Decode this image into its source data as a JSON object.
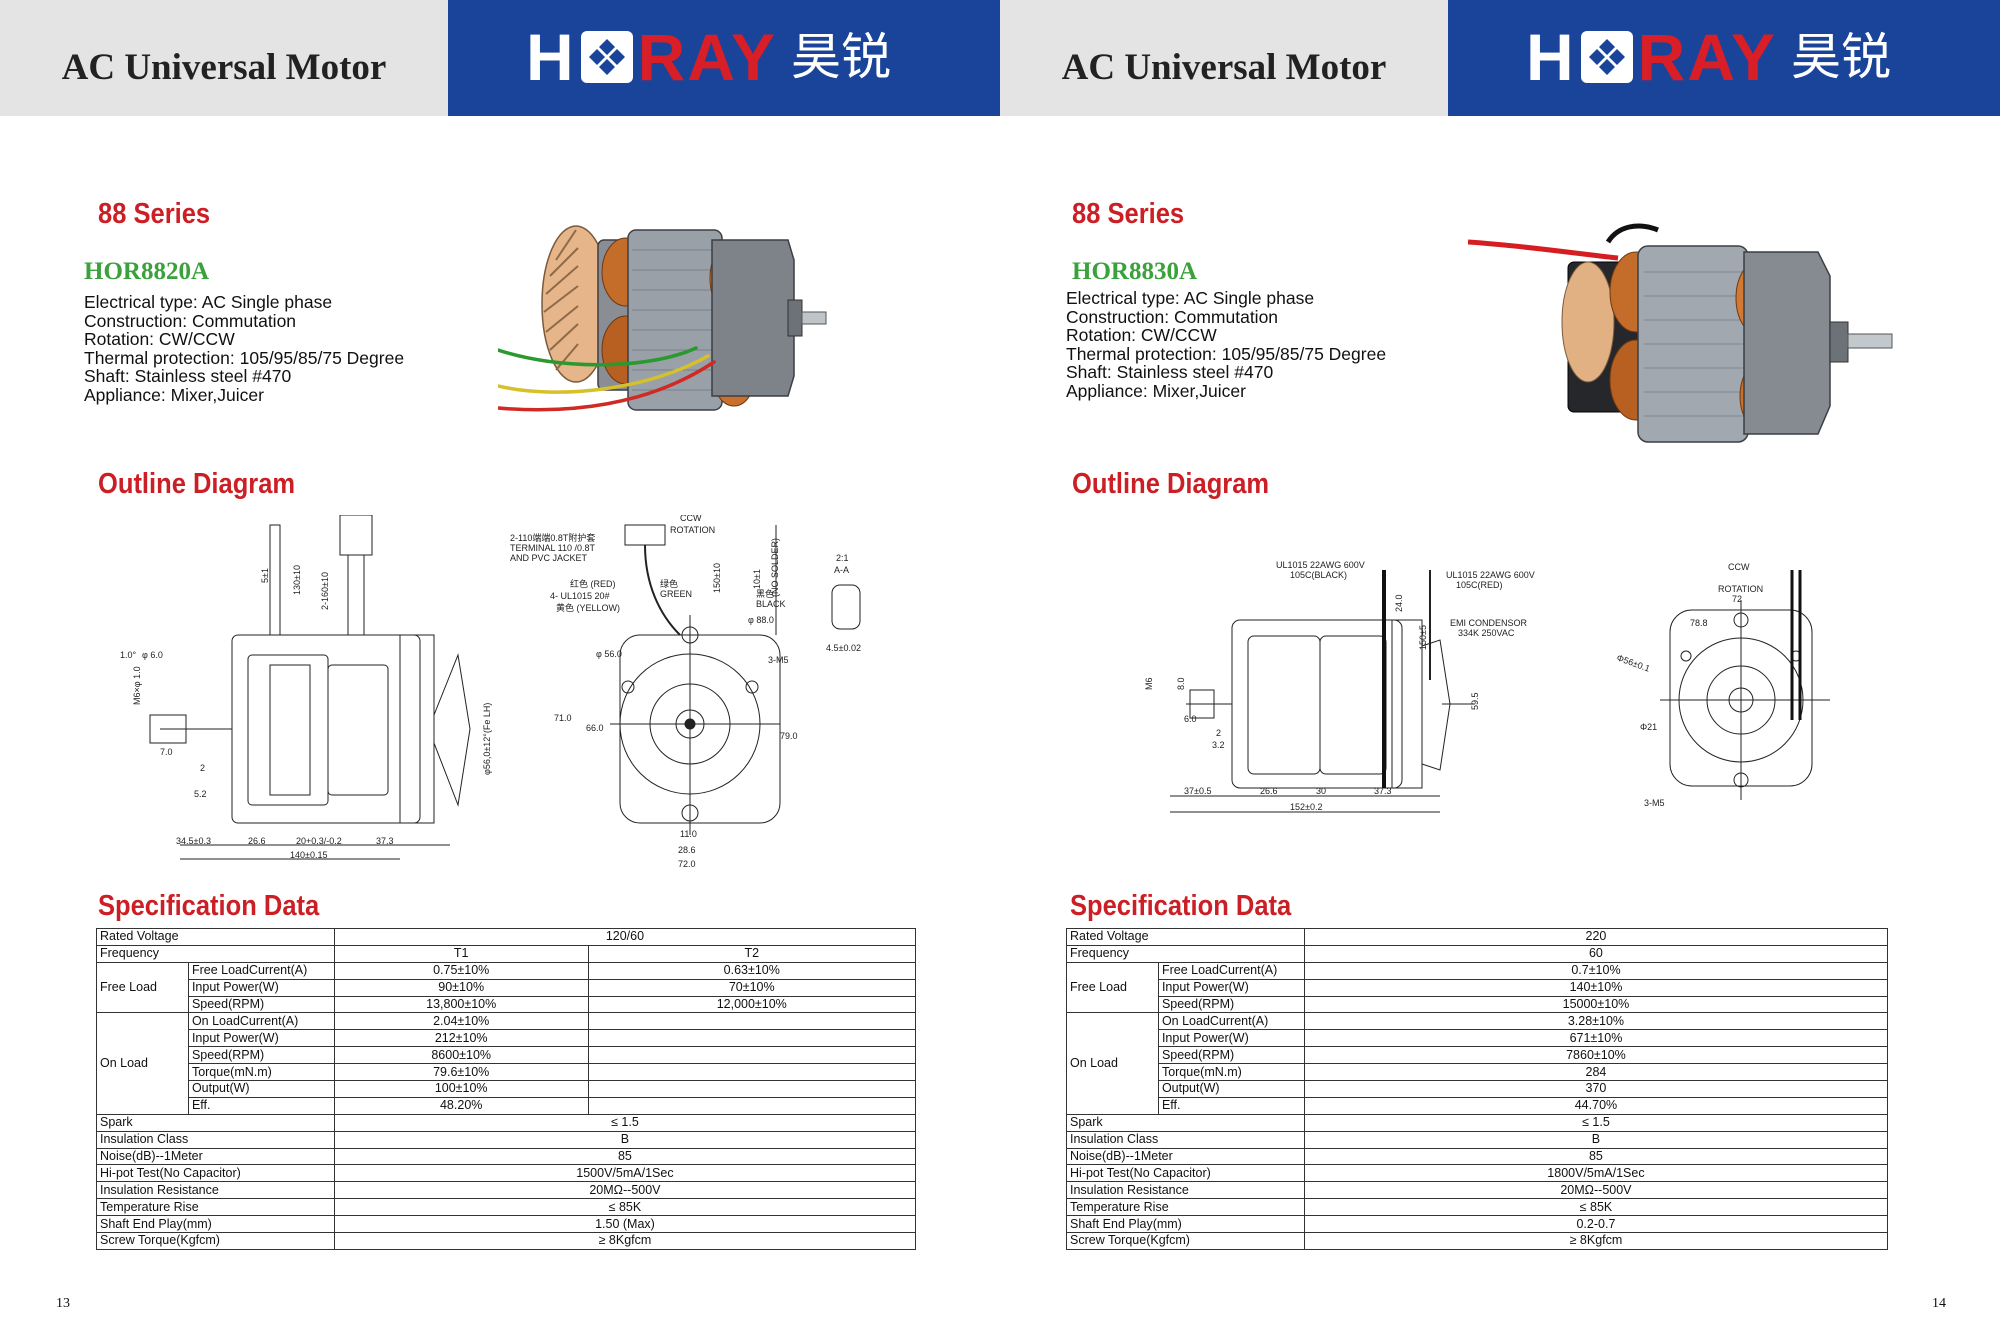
{
  "pages": [
    {
      "header_title": "AC Universal Motor",
      "brand": {
        "h": "H",
        "ray": "RAY",
        "cn": "昊锐"
      },
      "series": "88 Series",
      "model": "HOR8820A",
      "features": [
        "Electrical type: AC Single phase",
        "Construction: Commutation",
        "Rotation: CW/CCW",
        "Thermal protection: 105/95/85/75 Degree",
        "Shaft: Stainless steel #470",
        "Appliance: Mixer,Juicer"
      ],
      "outline_title": "Outline Diagram",
      "spec_title": "Specification Data",
      "spec": {
        "rated_voltage": {
          "label": "Rated Voltage",
          "value": "120/60"
        },
        "frequency": {
          "label": "Frequency",
          "t1": "T1",
          "t2": "T2"
        },
        "free_load": {
          "group": "Free Load",
          "rows": [
            {
              "label": "Free LoadCurrent(A)",
              "t1": "0.75±10%",
              "t2": "0.63±10%"
            },
            {
              "label": "Input Power(W)",
              "t1": "90±10%",
              "t2": "70±10%"
            },
            {
              "label": "Speed(RPM)",
              "t1": "13,800±10%",
              "t2": "12,000±10%"
            }
          ]
        },
        "on_load": {
          "group": "On Load",
          "rows": [
            {
              "label": "On LoadCurrent(A)",
              "t1": "2.04±10%",
              "t2": ""
            },
            {
              "label": "Input Power(W)",
              "t1": "212±10%",
              "t2": ""
            },
            {
              "label": "Speed(RPM)",
              "t1": "8600±10%",
              "t2": ""
            },
            {
              "label": "Torque(mN.m)",
              "t1": "79.6±10%",
              "t2": ""
            },
            {
              "label": "Output(W)",
              "t1": "100±10%",
              "t2": ""
            },
            {
              "label": "Eff.",
              "t1": "48.20%",
              "t2": ""
            }
          ]
        },
        "others": [
          {
            "label": "Spark",
            "value": "≤ 1.5"
          },
          {
            "label": "Insulation Class",
            "value": "B"
          },
          {
            "label": "Noise(dB)--1Meter",
            "value": "85"
          },
          {
            "label": "Hi-pot Test(No Capacitor)",
            "value": "1500V/5mA/1Sec"
          },
          {
            "label": "Insulation Resistance",
            "value": "20MΩ--500V"
          },
          {
            "label": "Temperature Rise",
            "value": "≤ 85K"
          },
          {
            "label": "Shaft End Play(mm)",
            "value": "1.50 (Max)"
          },
          {
            "label": "Screw Torque(Kgfcm)",
            "value": "≥ 8Kgfcm"
          }
        ]
      },
      "diagram": {
        "labels": {
          "terminal_note": "2-110端端0.8T附护套",
          "terminal_line2": "TERMINAL 110 /0.8T",
          "terminal_line3": "AND PVC JACKET",
          "red": "红色 (RED)",
          "ul1015": "4- UL1015 20#",
          "yellow": "黄色 (YELLOW)",
          "green_cn": "绿色",
          "green": "GREEN",
          "black_cn": "黑色",
          "black": "BLACK",
          "ccw": "CCW",
          "rotation": "ROTATION",
          "no_solder": "(NO SOLDER)",
          "scale": "2:1",
          "aa": "A-A",
          "m5": "3-M5"
        },
        "dims": [
          "5±1",
          "130±10",
          "2-160±10",
          "1.0°",
          "φ 6.0",
          "M6×φ 1.0",
          "7.0",
          "2",
          "5.2",
          "34.5±0.3",
          "26.6",
          "20+0.3/-0.2",
          "37.3",
          "140±0.15",
          "φ56,0±12°(Fe LH)",
          "150±10",
          "10±1",
          "φ 88.0",
          "φ 56.0",
          "71.0",
          "66.0",
          "79.0",
          "11.0",
          "28.6",
          "72.0",
          "4.5±0.02"
        ]
      },
      "page_number": "13"
    },
    {
      "header_title": "AC Universal Motor",
      "brand": {
        "h": "H",
        "ray": "RAY",
        "cn": "昊锐"
      },
      "series": "88 Series",
      "model": "HOR8830A",
      "features": [
        "Electrical type: AC Single phase",
        "Construction: Commutation",
        "Rotation: CW/CCW",
        "Thermal protection: 105/95/85/75 Degree",
        "Shaft: Stainless steel #470",
        "Appliance: Mixer,Juicer"
      ],
      "outline_title": "Outline Diagram",
      "spec_title": "Specification Data",
      "spec": {
        "rows": [
          {
            "label": "Rated Voltage",
            "value": "220"
          },
          {
            "label": "Frequency",
            "value": "60"
          }
        ],
        "free_load": {
          "group": "Free Load",
          "rows": [
            {
              "label": "Free LoadCurrent(A)",
              "value": "0.7±10%"
            },
            {
              "label": "Input Power(W)",
              "value": "140±10%"
            },
            {
              "label": "Speed(RPM)",
              "value": "15000±10%"
            }
          ]
        },
        "on_load": {
          "group": "On Load",
          "rows": [
            {
              "label": "On LoadCurrent(A)",
              "value": "3.28±10%"
            },
            {
              "label": "Input Power(W)",
              "value": "671±10%"
            },
            {
              "label": "Speed(RPM)",
              "value": "7860±10%"
            },
            {
              "label": "Torque(mN.m)",
              "value": "284"
            },
            {
              "label": "Output(W)",
              "value": "370"
            },
            {
              "label": "Eff.",
              "value": "44.70%"
            }
          ]
        },
        "others": [
          {
            "label": "Spark",
            "value": "≤ 1.5"
          },
          {
            "label": "Insulation Class",
            "value": "B"
          },
          {
            "label": "Noise(dB)--1Meter",
            "value": "85"
          },
          {
            "label": "Hi-pot Test(No Capacitor)",
            "value": "1800V/5mA/1Sec"
          },
          {
            "label": "Insulation Resistance",
            "value": "20MΩ--500V"
          },
          {
            "label": "Temperature Rise",
            "value": "≤ 85K"
          },
          {
            "label": "Shaft End Play(mm)",
            "value": "0.2-0.7"
          },
          {
            "label": "Screw Torque(Kgfcm)",
            "value": "≥ 8Kgfcm"
          }
        ]
      },
      "diagram": {
        "labels": {
          "ul_black_1": "UL1015 22AWG 600V",
          "ul_black_2": "105C(BLACK)",
          "ul_red_1": "UL1015 22AWG 600V",
          "ul_red_2": "105C(RED)",
          "emi_1": "EMI CONDENSOR",
          "emi_2": "334K 250VAC",
          "ccw": "CCW",
          "rotation": "ROTATION",
          "m5": "3-M5",
          "m6": "M6"
        },
        "dims": [
          "24.0",
          "150±5",
          "8.0",
          "6.0",
          "2",
          "3.2",
          "59.5",
          "37±0.5",
          "26.6",
          "30",
          "37.3",
          "152±0.2",
          "72",
          "Φ56±0.1",
          "Φ21",
          "78.8"
        ]
      },
      "page_number": "14"
    }
  ],
  "colors": {
    "header_blue": "#1a449a",
    "brand_red": "#d81e26",
    "title_red": "#cc1f25",
    "model_green": "#3aa13b",
    "header_gray": "#e4e4e4"
  }
}
